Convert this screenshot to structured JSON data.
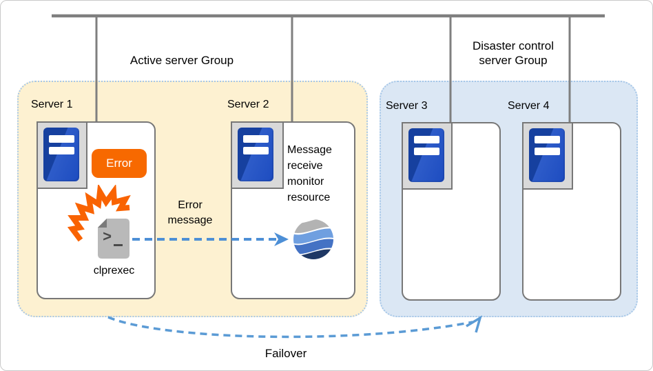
{
  "diagram": {
    "groups": {
      "active": {
        "label": "Active server Group"
      },
      "disaster": {
        "label_line1": "Disaster control",
        "label_line2": "server Group"
      }
    },
    "servers": [
      {
        "name": "Server 1"
      },
      {
        "name": "Server 2"
      },
      {
        "name": "Server 3"
      },
      {
        "name": "Server 4"
      }
    ],
    "server1": {
      "error_badge": "Error",
      "process_label": "clprexec"
    },
    "server2": {
      "resource_lines": [
        "Message",
        "receive",
        "monitor",
        "resource"
      ]
    },
    "arrows": {
      "error_message": {
        "label_line1": "Error",
        "label_line2": "message"
      },
      "failover": {
        "label": "Failover"
      }
    },
    "colors": {
      "group_active_fill": "#fdf1d1",
      "group_disaster_fill": "#dbe7f4",
      "group_border_dotted": "#a6c7e8",
      "server_box_border": "#777777",
      "icon_housing_fill": "#d9d9d9",
      "server_icon_blue": "#1d4cc0",
      "error_orange": "#f76900",
      "spark_orange": "#f96302",
      "arrow_blue": "#4d8fd6",
      "network_line_gray": "#7f7f7f",
      "globe_band_colors": [
        "#b3b3b3",
        "#6f9fe0",
        "#4472c4",
        "#1f3864"
      ]
    }
  }
}
